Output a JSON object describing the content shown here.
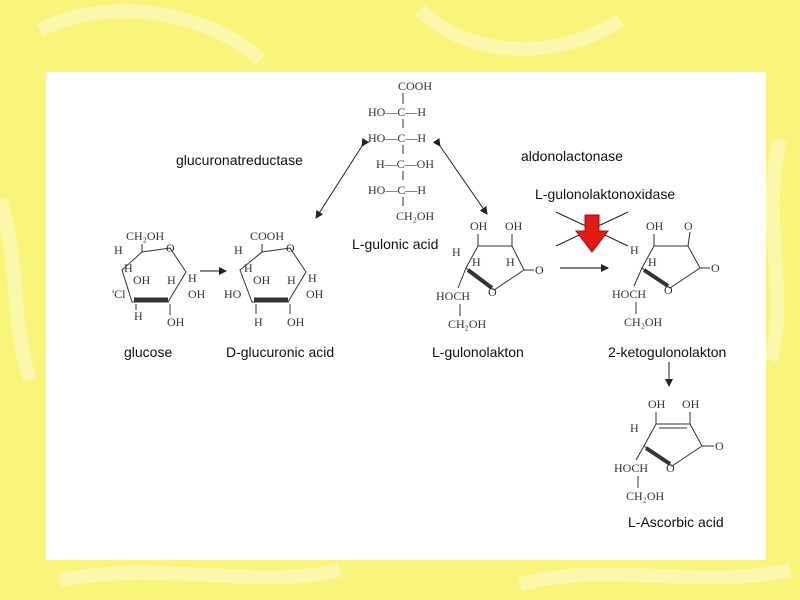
{
  "enzymes": {
    "glucuronate_reductase": "glucuronatreductase",
    "aldonolactonase": "aldonolactonase",
    "gulonolactone_oxidase": "L-gulonolaktonoxidase"
  },
  "compounds": {
    "glucose": "glucose",
    "d_glucuronic_acid": "D-glucuronic acid",
    "l_gulonic_acid": "L-gulonic acid",
    "l_gulonolactone": "L-gulonolakton",
    "ketogulonolactone": "2-ketogulonolakton",
    "ascorbic_acid": "L-Ascorbic acid"
  },
  "structure_text": {
    "cooh": "COOH",
    "ch2oh": "CH₂OH",
    "oh": "OH",
    "h": "H",
    "ho": "HO",
    "o": "O",
    "c": "C",
    "hoch": "HOCH",
    "ho_c_h": "HO—C—H",
    "h_c_oh": "H—C—OH",
    "ci": "'Cl"
  },
  "colors": {
    "background": "#f8f57a",
    "panel": "#ffffff",
    "block_arrow": "#e31b12",
    "structure_ink": "#333333"
  }
}
